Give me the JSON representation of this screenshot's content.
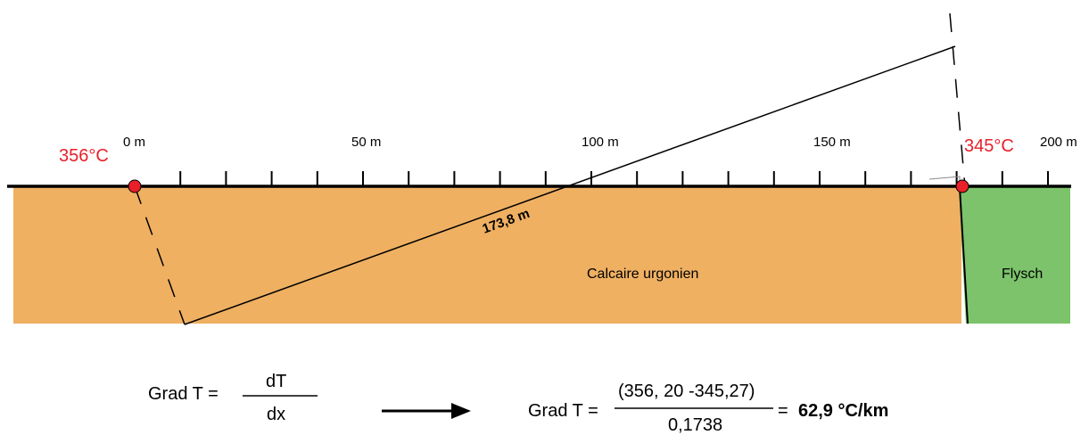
{
  "scale": {
    "labels": [
      "0 m",
      "50 m",
      "100 m",
      "150 m",
      "200 m"
    ]
  },
  "points": {
    "left_temp": "356°C",
    "right_temp": "345°C",
    "marker_color": "#e8202a"
  },
  "distance_label": "173,8 m",
  "units": {
    "calcaire": "Calcaire urgonien",
    "flysch": "Flysch",
    "calcaire_color": "#efb062",
    "flysch_color": "#7cc36b"
  },
  "formula_left": {
    "lhs": "Grad T =",
    "numerator": "dT",
    "denominator": "dx"
  },
  "formula_right": {
    "lhs": "Grad T =",
    "numerator": "(356, 20 -345,27)",
    "denominator": "0,1738",
    "equals": "=",
    "result": "62,9 °C/km"
  }
}
